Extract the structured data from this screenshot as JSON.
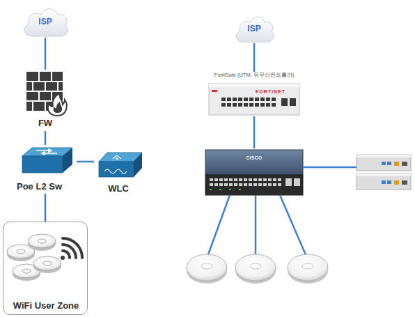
{
  "diagram": {
    "nodes": [
      {
        "text": [
          "ISP"
        ]
      },
      {
        "text": [
          "FW"
        ]
      },
      {
        "text": [
          "Poe L2 Sw"
        ]
      },
      {
        "text": [
          "WLC"
        ]
      },
      {
        "text": [
          "WiFi User Zone"
        ]
      },
      {
        "text": [
          "ISP"
        ]
      },
      {
        "text": [
          "FortiGate (UTM, 유무선컨트롤러)",
          "FORTINET"
        ]
      },
      {
        "text": [
          "CISCO"
        ]
      }
    ],
    "edges": [
      {
        "from": 0,
        "to": 1,
        "arrow": "none"
      },
      {
        "from": 1,
        "to": 2,
        "arrow": "none"
      },
      {
        "from": 2,
        "to": 3,
        "arrow": "none"
      },
      {
        "from": 2,
        "to": 4,
        "arrow": "none"
      },
      {
        "from": 5,
        "to": 6,
        "arrow": "none"
      },
      {
        "from": 6,
        "to": 7,
        "arrow": "none"
      }
    ]
  }
}
